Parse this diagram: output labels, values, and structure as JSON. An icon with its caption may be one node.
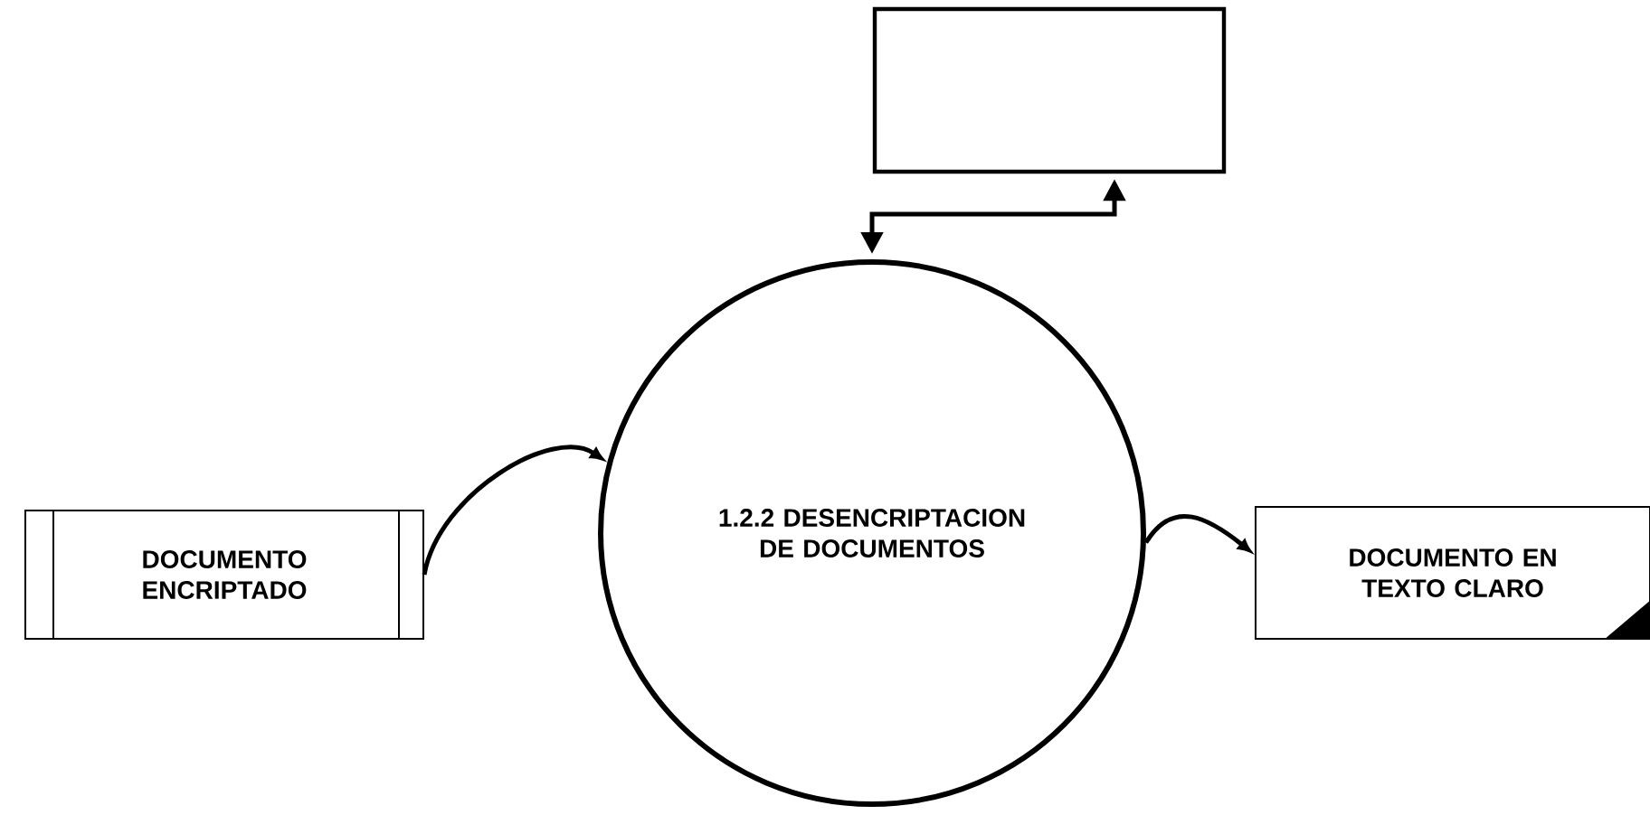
{
  "diagram": {
    "nodes": [
      {
        "text": [],
        "shape": "box"
      },
      {
        "text": [
          "DOCUMENTO ENCRIPTADO"
        ]
      },
      {
        "text": [
          "1.2.2 DESENCRIPTACION DE DOCUMENTOS"
        ]
      },
      {
        "text": [
          "DOCUMENTO EN TEXTO CLARO"
        ]
      }
    ],
    "edges": [
      {
        "from": 2,
        "to": 0,
        "arrow": "both"
      },
      {
        "from": 1,
        "to": 2,
        "arrow": "to"
      },
      {
        "from": 2,
        "to": 3,
        "arrow": "to"
      }
    ]
  }
}
